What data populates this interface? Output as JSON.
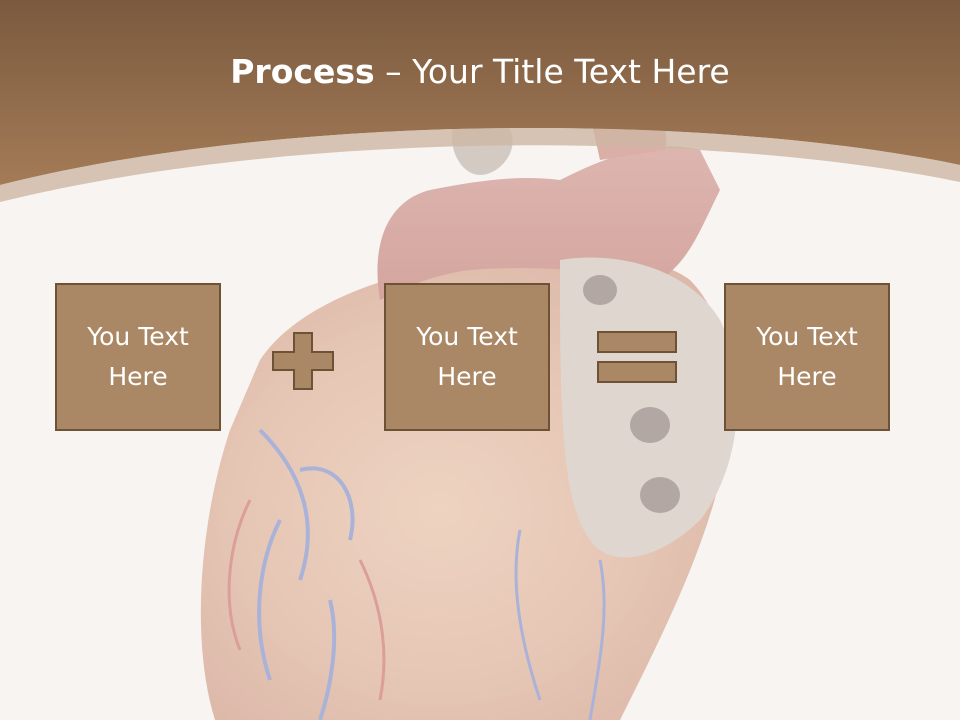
{
  "slide": {
    "title_bold": "Process",
    "title_rest": " – Your Title Text Here",
    "boxes": [
      {
        "text": "You Text Here"
      },
      {
        "text": "You Text Here"
      },
      {
        "text": "You Text Here"
      }
    ],
    "operators": [
      "plus",
      "equals"
    ]
  },
  "colors": {
    "header": "#8f6a4a",
    "box_fill": "#aa8866",
    "box_border": "#6e5236",
    "background": "#f7f4f2"
  },
  "icons": [
    "heart-illustration",
    "plus-icon",
    "equals-icon"
  ]
}
